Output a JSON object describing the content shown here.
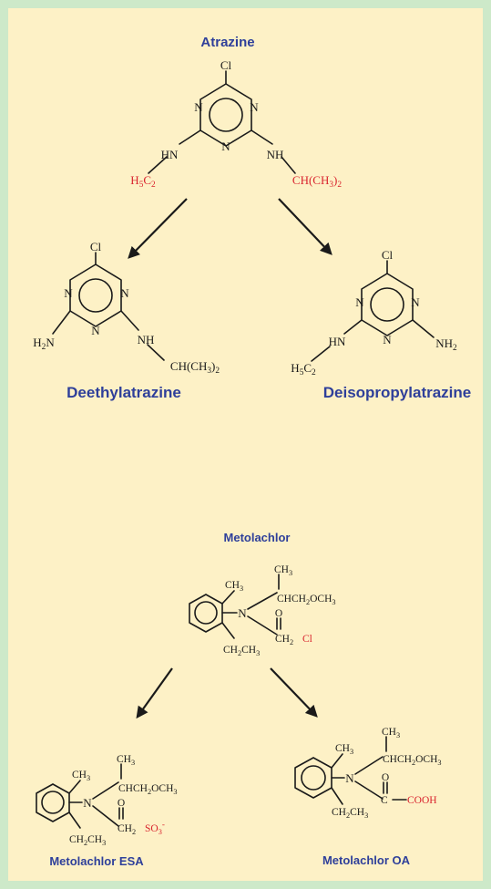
{
  "titles": {
    "atrazine": "Atrazine",
    "deethylatrazine": "Deethylatrazine",
    "deisopropylatrazine": "Deisopropylatrazine",
    "metolachlor": "Metolachlor",
    "metolachlor_esa": "Metolachlor ESA",
    "metolachlor_oa": "Metolachlor OA"
  },
  "atoms": {
    "cl": "Cl",
    "n": "N",
    "hn": "HN",
    "nh": "NH",
    "o": "O",
    "h2n": "H2N",
    "nh2": "NH2",
    "h5c2": "H5C2",
    "ch_ch3_2": "CH(CH3)2",
    "ch3": "CH3",
    "ch2ch3": "CH2CH3",
    "chch2och3": "CHCH2OCH3",
    "ch2": "CH2",
    "cl_red": "Cl",
    "so3": "SO3-",
    "c": "C",
    "cooh": "COOH"
  },
  "colors": {
    "title_blue": "#2e3f9a",
    "highlight_red": "#d9232e",
    "border_green": "#cde9c9",
    "panel_cream": "#fdf1c6"
  }
}
